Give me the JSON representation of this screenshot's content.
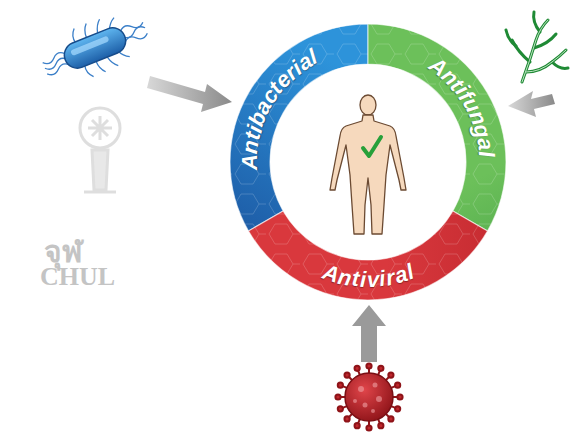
{
  "diagram": {
    "nodes": [
      {
        "text": [
          "Antibacterial"
        ]
      },
      {
        "text": [
          "Antifungal"
        ]
      },
      {
        "text": [
          "Antiviral"
        ]
      }
    ],
    "labels": [
      "จุฬ",
      "CHUL"
    ]
  }
}
